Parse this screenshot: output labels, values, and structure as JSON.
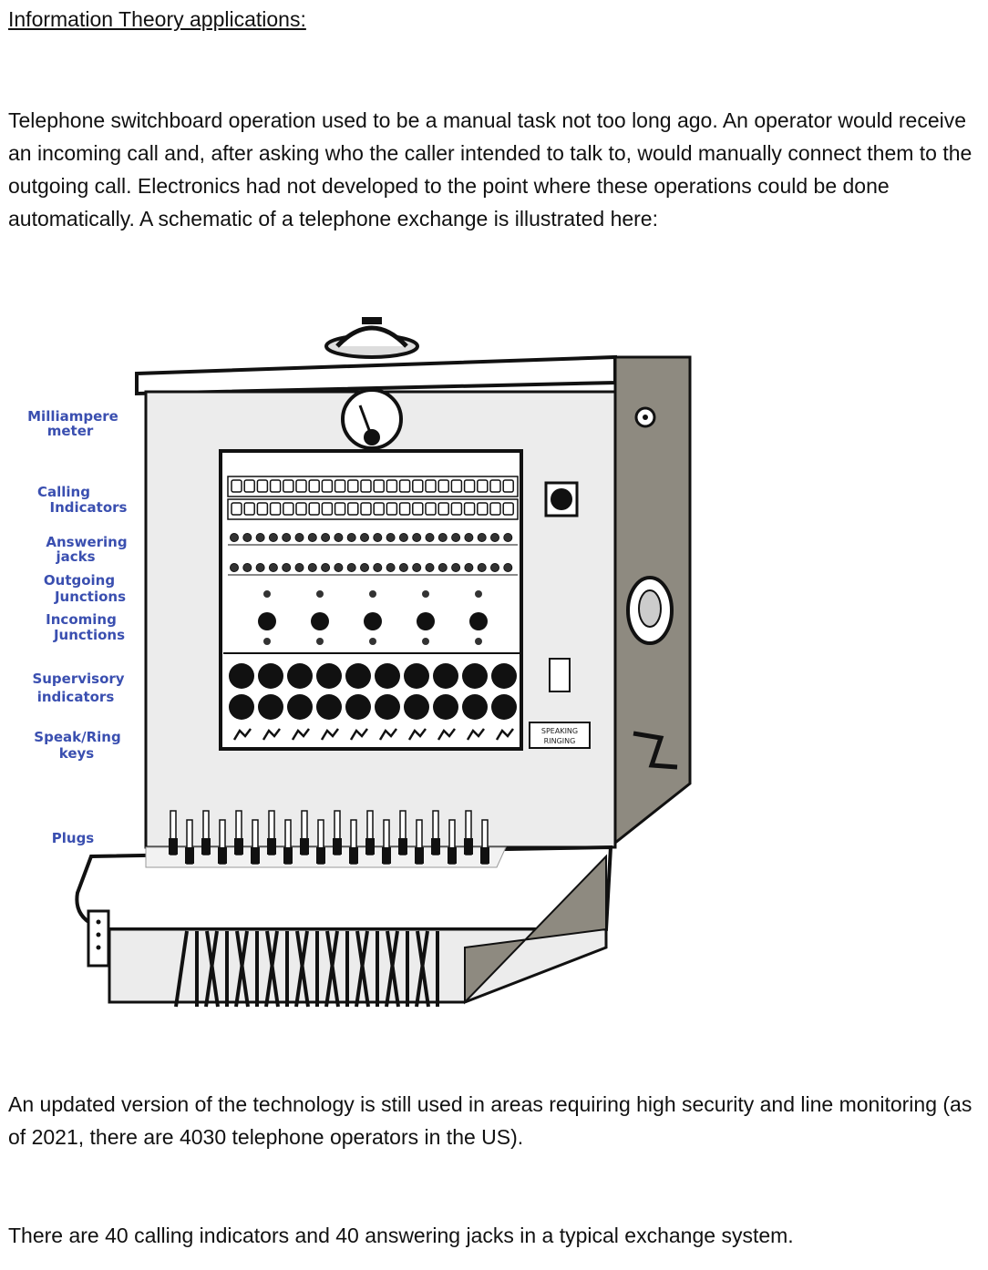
{
  "heading": "Information Theory applications:",
  "paragraphs": {
    "intro": "Telephone switchboard operation used to be a manual task not too long ago. An operator would receive an incoming call and, after asking who the caller intended to talk to, would manually connect them to the outgoing call. Electronics had not developed to the point where these operations could be done automatically. A schematic of a telephone exchange is illustrated here:",
    "update": "An updated version of the technology is still used in areas requiring high security and line monitoring (as of 2021, there are 4030 telephone operators in the US).",
    "fact": "There are 40 calling indicators and 40 answering jacks in a typical exchange system."
  },
  "figure": {
    "labels": {
      "milliampere_1": "Milliampere",
      "milliampere_2": "meter",
      "calling_1": "Calling",
      "calling_2": "Indicators",
      "answering_1": "Answering",
      "answering_2": "jacks",
      "outgoing_1": "Outgoing",
      "outgoing_2": "Junctions",
      "incoming_1": "Incoming",
      "incoming_2": "Junctions",
      "supervisory_1": "Supervisory",
      "supervisory_2": "indicators",
      "speak_1": "Speak/Ring",
      "speak_2": "keys",
      "plugs": "Plugs"
    },
    "key_box_1": "SPEAKING",
    "key_box_2": "RINGING",
    "colors": {
      "label": "#3a4fb0",
      "side_panel": "#8e8a80",
      "panel": "#ececec"
    }
  }
}
